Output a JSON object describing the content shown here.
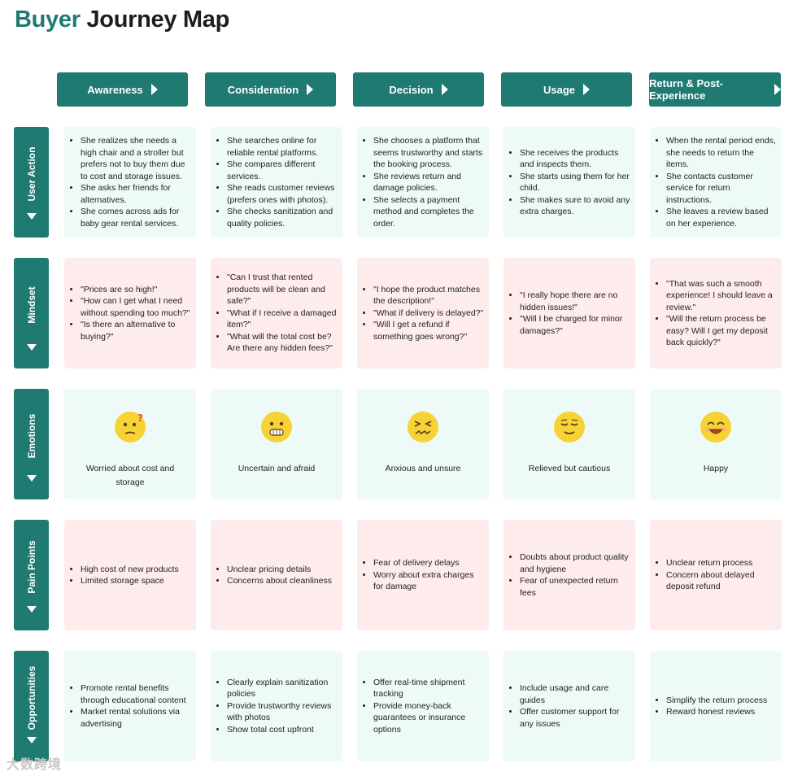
{
  "title": {
    "accent": "Buyer",
    "rest": " Journey Map"
  },
  "colors": {
    "primary": "#1f7a72",
    "mint_cell": "#eefaf7",
    "pink_cell": "#fdeceb",
    "emoji": "#f7d235"
  },
  "stages": [
    "Awareness",
    "Consideration",
    "Decision",
    "Usage",
    "Return & Post-Experience"
  ],
  "rows": [
    {
      "label": "User Action",
      "style": "mint",
      "cells": [
        [
          "She realizes she needs a high chair and a stroller but prefers not to buy them due to cost and storage issues.",
          "She asks her friends for alternatives.",
          "She comes across ads for baby gear rental services."
        ],
        [
          "She searches online for reliable rental platforms.",
          "She compares different services.",
          "She reads customer reviews (prefers ones with photos).",
          "She checks sanitization and quality policies."
        ],
        [
          "She chooses a platform that seems trustworthy and starts the booking process.",
          "She reviews return and damage policies.",
          "She selects a payment method and completes the order."
        ],
        [
          "She receives the products and inspects them.",
          "She starts using them for her child.",
          "She makes sure to avoid any extra charges."
        ],
        [
          "When the rental period ends, she needs to return the items.",
          "She contacts customer service for return instructions.",
          "She leaves a review based on her experience."
        ]
      ]
    },
    {
      "label": "Mindset",
      "style": "pink",
      "cells": [
        [
          "\"Prices are so high!\"",
          "\"How can I get what I need without spending too much?\"",
          "\"Is there an alternative to buying?\""
        ],
        [
          "\"Can I trust that rented products will be clean and safe?\"",
          "\"What if I receive a damaged item?\"",
          "\"What will the total cost be? Are there any hidden fees?\""
        ],
        [
          "\"I hope the product matches the description!\"",
          "\"What if delivery is delayed?\"",
          "\"Will I get a refund if something goes wrong?\""
        ],
        [
          "\"I really hope there are no hidden issues!\"",
          "\"Will I be charged for minor damages?\""
        ],
        [
          "\"That was such a smooth experience! I should leave a review.\"",
          "\"Will the return process be easy? Will I get my deposit back quickly?\""
        ]
      ]
    },
    {
      "label": "Emotions",
      "style": "emotions",
      "cells": [
        {
          "icon": "thinking-face-icon",
          "text": "Worried about cost and storage"
        },
        {
          "icon": "grimacing-face-icon",
          "text": "Uncertain and afraid"
        },
        {
          "icon": "confounded-face-icon",
          "text": "Anxious and unsure"
        },
        {
          "icon": "relieved-face-icon",
          "text": "Relieved but cautious"
        },
        {
          "icon": "smiling-face-icon",
          "text": "Happy"
        }
      ]
    },
    {
      "label": "Pain Points",
      "style": "pink",
      "cells": [
        [
          "High cost of new products",
          "Limited storage space"
        ],
        [
          "Unclear pricing details",
          "Concerns about cleanliness"
        ],
        [
          "Fear of delivery delays",
          "Worry about extra charges for damage"
        ],
        [
          "Doubts about product quality and hygiene",
          "Fear of unexpected return fees"
        ],
        [
          "Unclear return process",
          "Concern about delayed deposit refund"
        ]
      ]
    },
    {
      "label": "Opportunities",
      "style": "mint",
      "cells": [
        [
          "Promote rental benefits through educational content",
          "Market rental solutions via advertising"
        ],
        [
          "Clearly explain sanitization policies",
          "Provide trustworthy reviews with photos",
          "Show total cost upfront"
        ],
        [
          "Offer real-time shipment tracking",
          "Provide money-back guarantees or insurance options"
        ],
        [
          "Include usage and care guides",
          "Offer customer support for any issues"
        ],
        [
          "Simplify the return process",
          "Reward honest reviews"
        ]
      ]
    }
  ],
  "watermark": "大数跨境"
}
